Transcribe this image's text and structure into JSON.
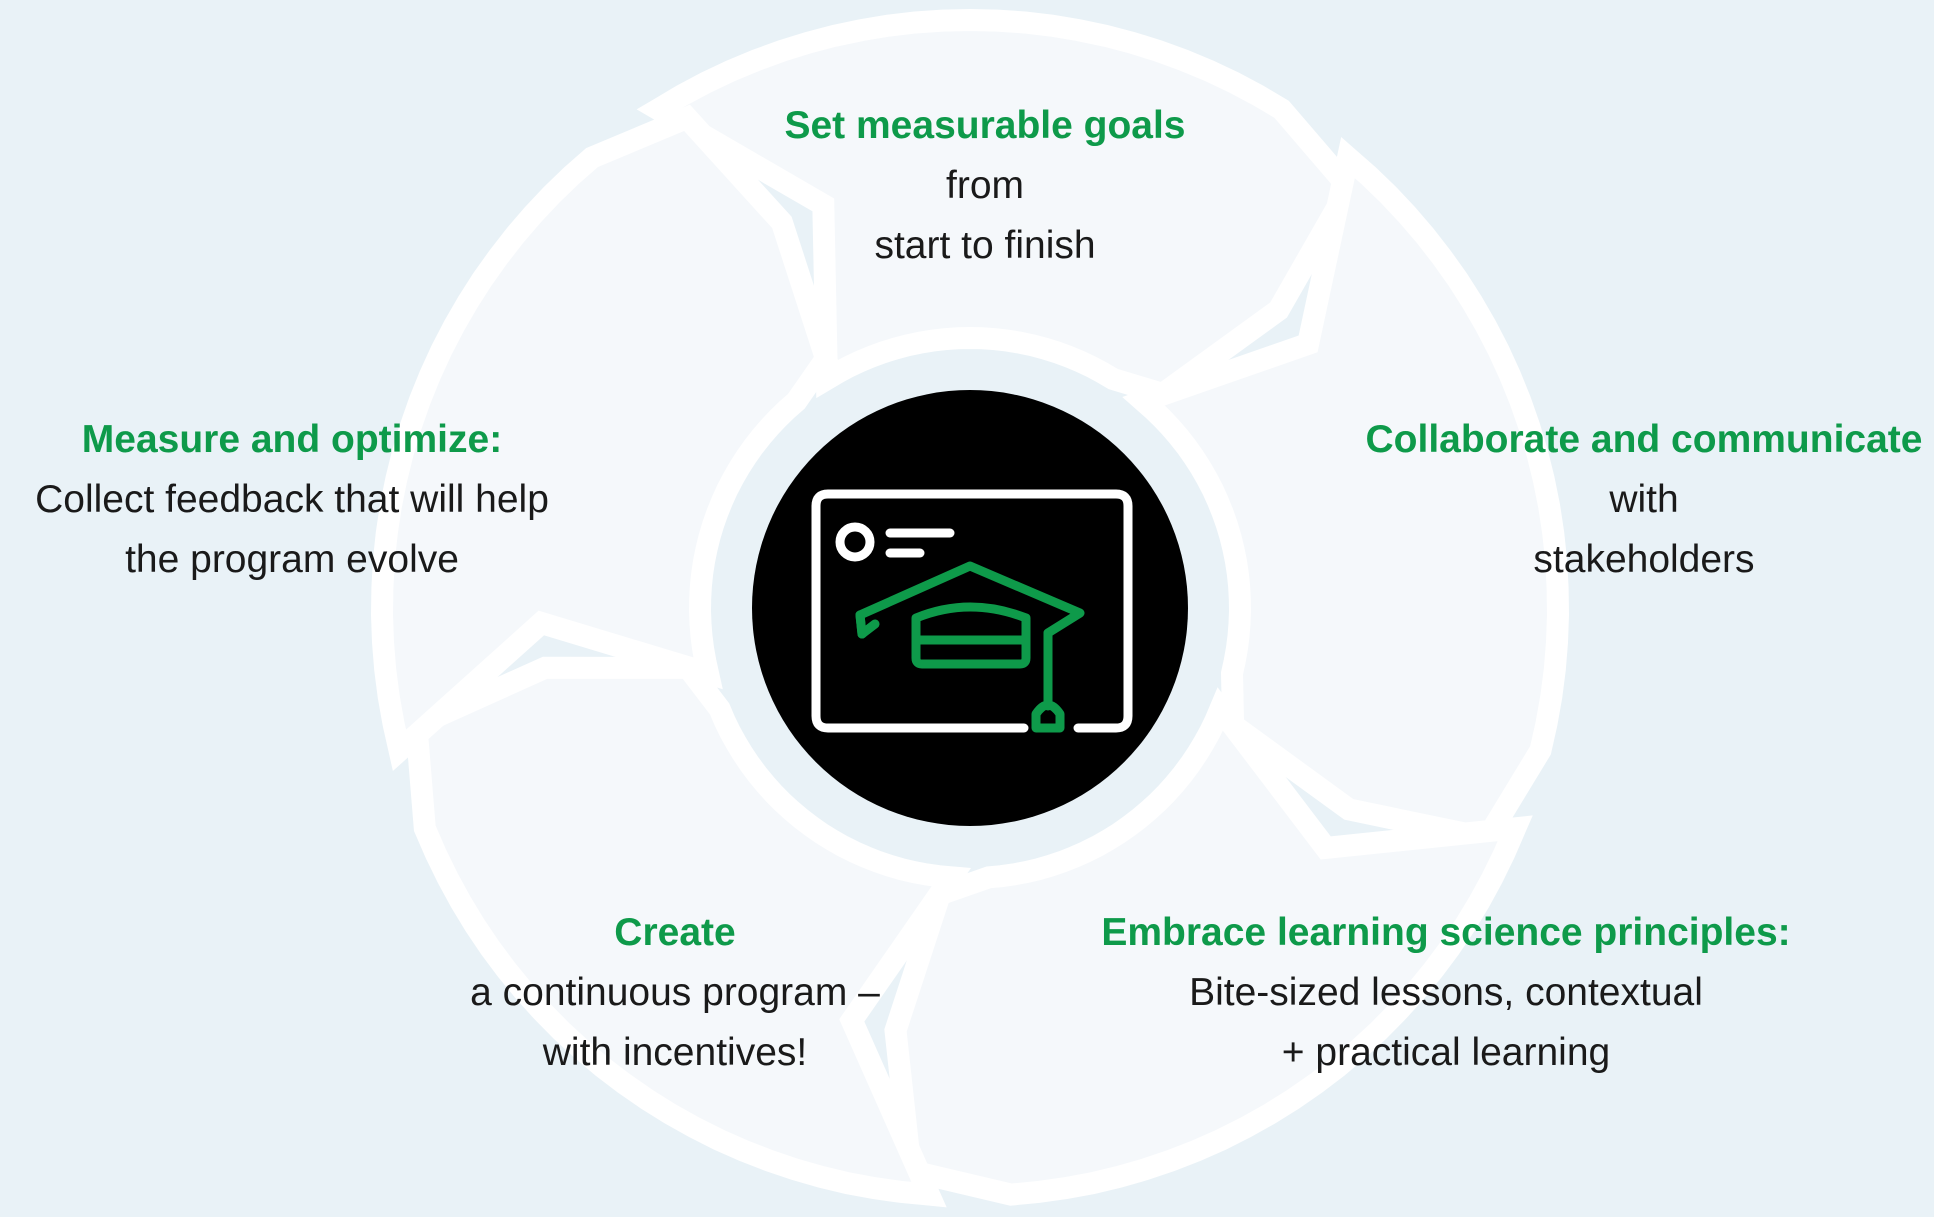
{
  "colors": {
    "background": "#e9f2f7",
    "segment_fill": "#f5f8fb",
    "segment_border": "#ffffff",
    "center_circle": "#000000",
    "icon_outline": "#ffffff",
    "accent_green": "#0e9a4a",
    "body_text": "#1a1a1a"
  },
  "center_icon": "graduation-cap-on-screen-icon",
  "steps": [
    {
      "title": "Set measurable goals",
      "lines": [
        "from",
        "start to finish"
      ]
    },
    {
      "title": "Collaborate and communicate",
      "lines": [
        "with",
        "stakeholders"
      ]
    },
    {
      "title": "Embrace learning science principles:",
      "lines": [
        "Bite-sized lessons, contextual",
        "+ practical learning"
      ]
    },
    {
      "title": "Create",
      "lines": [
        "a continuous program –",
        "with incentives!"
      ]
    },
    {
      "title": "Measure and optimize:",
      "lines": [
        "Collect feedback that will help",
        "the program evolve"
      ]
    }
  ]
}
